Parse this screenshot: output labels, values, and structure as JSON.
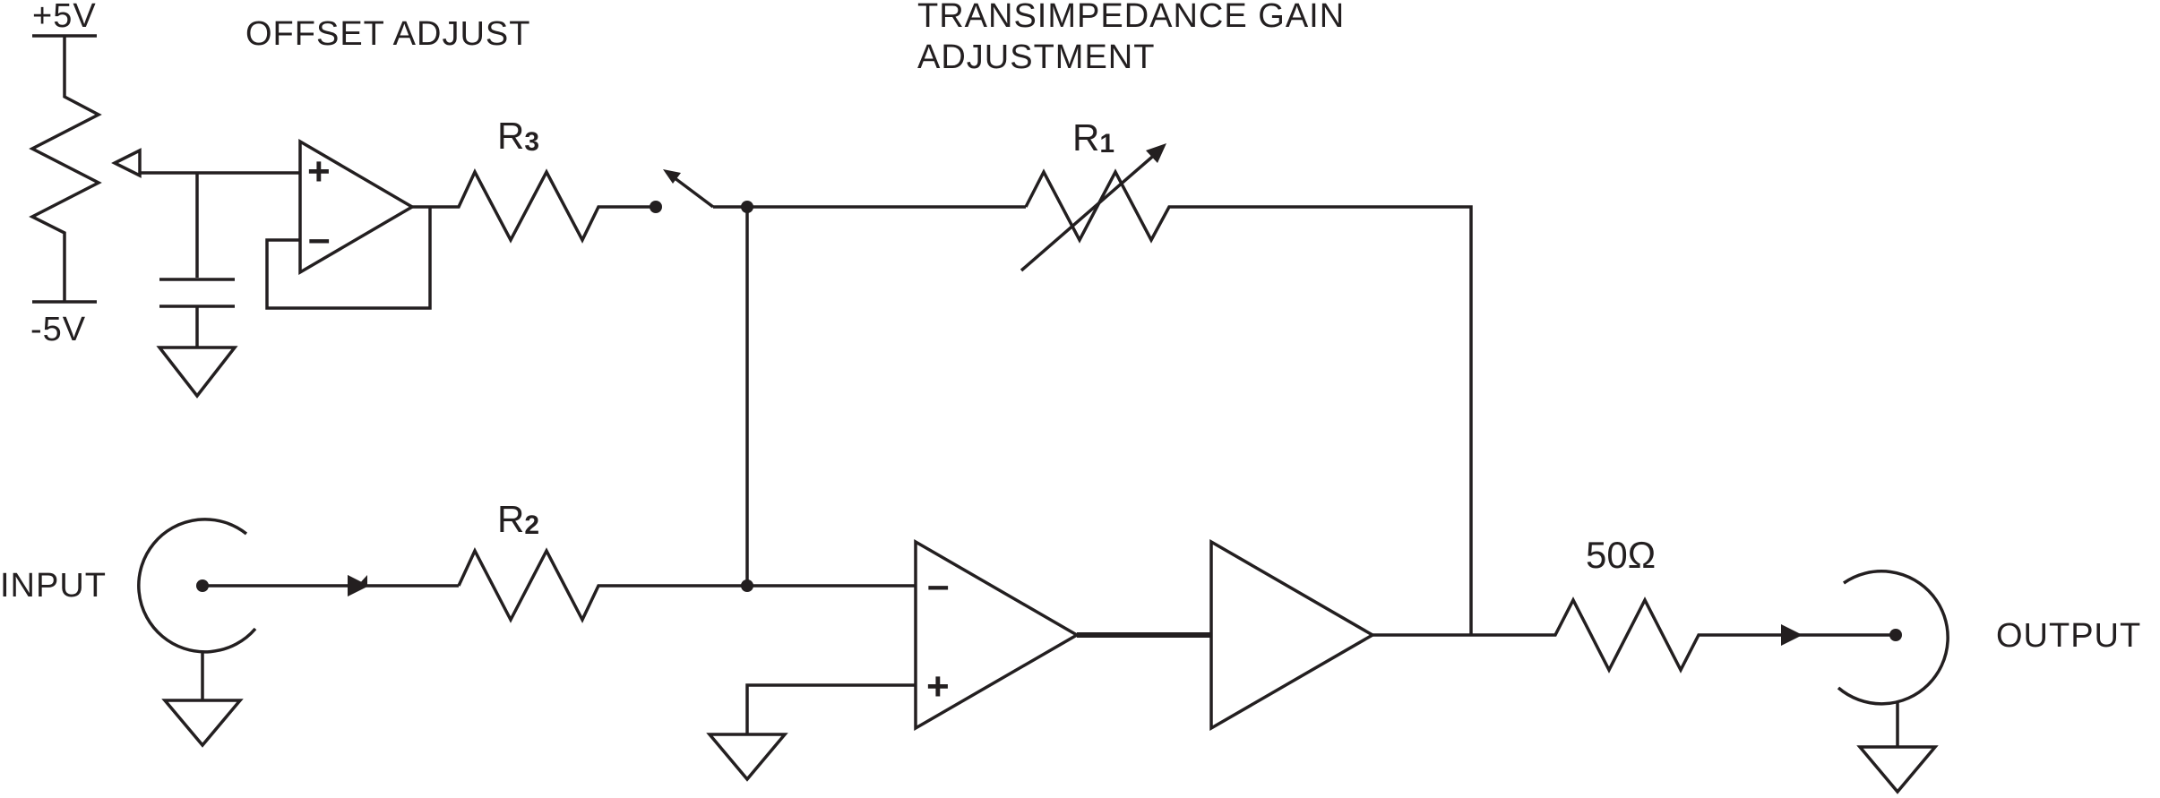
{
  "labels": {
    "pos_supply": "+5V",
    "neg_supply": "-5V",
    "offset_adjust": "OFFSET ADJUST",
    "gain_adjust_line1": "TRANSIMPEDANCE GAIN",
    "gain_adjust_line2": "ADJUSTMENT",
    "input": "INPUT",
    "output": "OUTPUT"
  },
  "resistors": {
    "r1": {
      "letter": "R",
      "index": "1"
    },
    "r2": {
      "letter": "R",
      "index": "2"
    },
    "r3": {
      "letter": "R",
      "index": "3"
    },
    "r_out": "50Ω"
  },
  "opamp_signs": {
    "plus": "+",
    "minus": "–"
  }
}
